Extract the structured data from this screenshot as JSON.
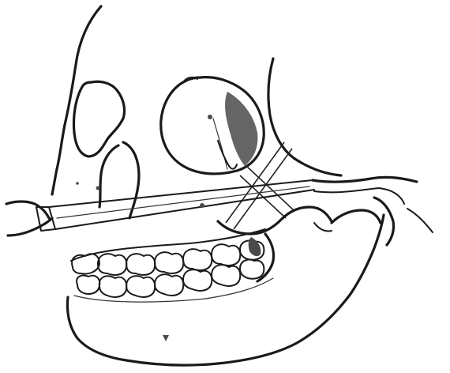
{
  "figure": {
    "subject": "skull-lateral-oblique-view",
    "colors": {
      "ink": "#1a1a1a",
      "background": "#ffffff",
      "shading": "#4a4a4a"
    },
    "icons": [
      "skull-outline",
      "orbit",
      "nasal-cavity",
      "mandible",
      "teeth",
      "instrument",
      "osteotomy-lines"
    ]
  }
}
